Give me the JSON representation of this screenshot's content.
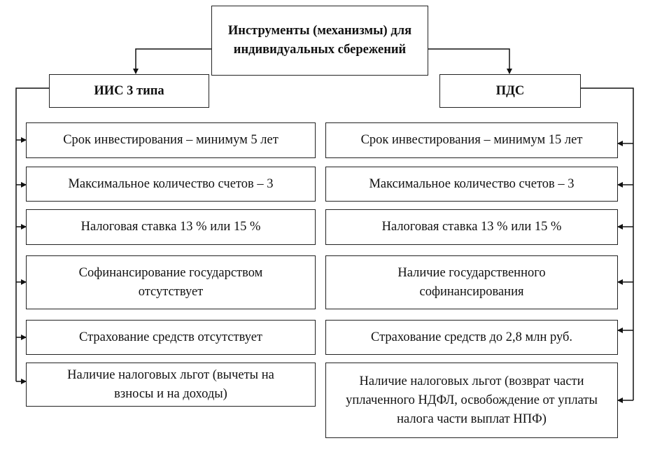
{
  "root": {
    "title": "Инструменты (механизмы) для индивидуальных сбережений"
  },
  "left": {
    "title": "ИИС 3 типа",
    "items": [
      "Срок инвестирования – минимум 5 лет",
      "Максимальное количество счетов – 3",
      "Налоговая ставка 13 % или 15 %",
      "Софинансирование государством отсутствует",
      "Страхование средств отсутствует",
      "Наличие налоговых льгот (вычеты на взносы и на доходы)"
    ]
  },
  "right": {
    "title": "ПДС",
    "items": [
      "Срок инвестирования – минимум 15 лет",
      "Максимальное количество счетов – 3",
      "Налоговая ставка 13 % или 15 %",
      "Наличие государственного софинансирования",
      "Страхование средств до 2,8 млн руб.",
      "Наличие налоговых льгот (возврат части уплаченного НДФЛ, освобождение от уплаты налога части выплат НПФ)"
    ]
  }
}
